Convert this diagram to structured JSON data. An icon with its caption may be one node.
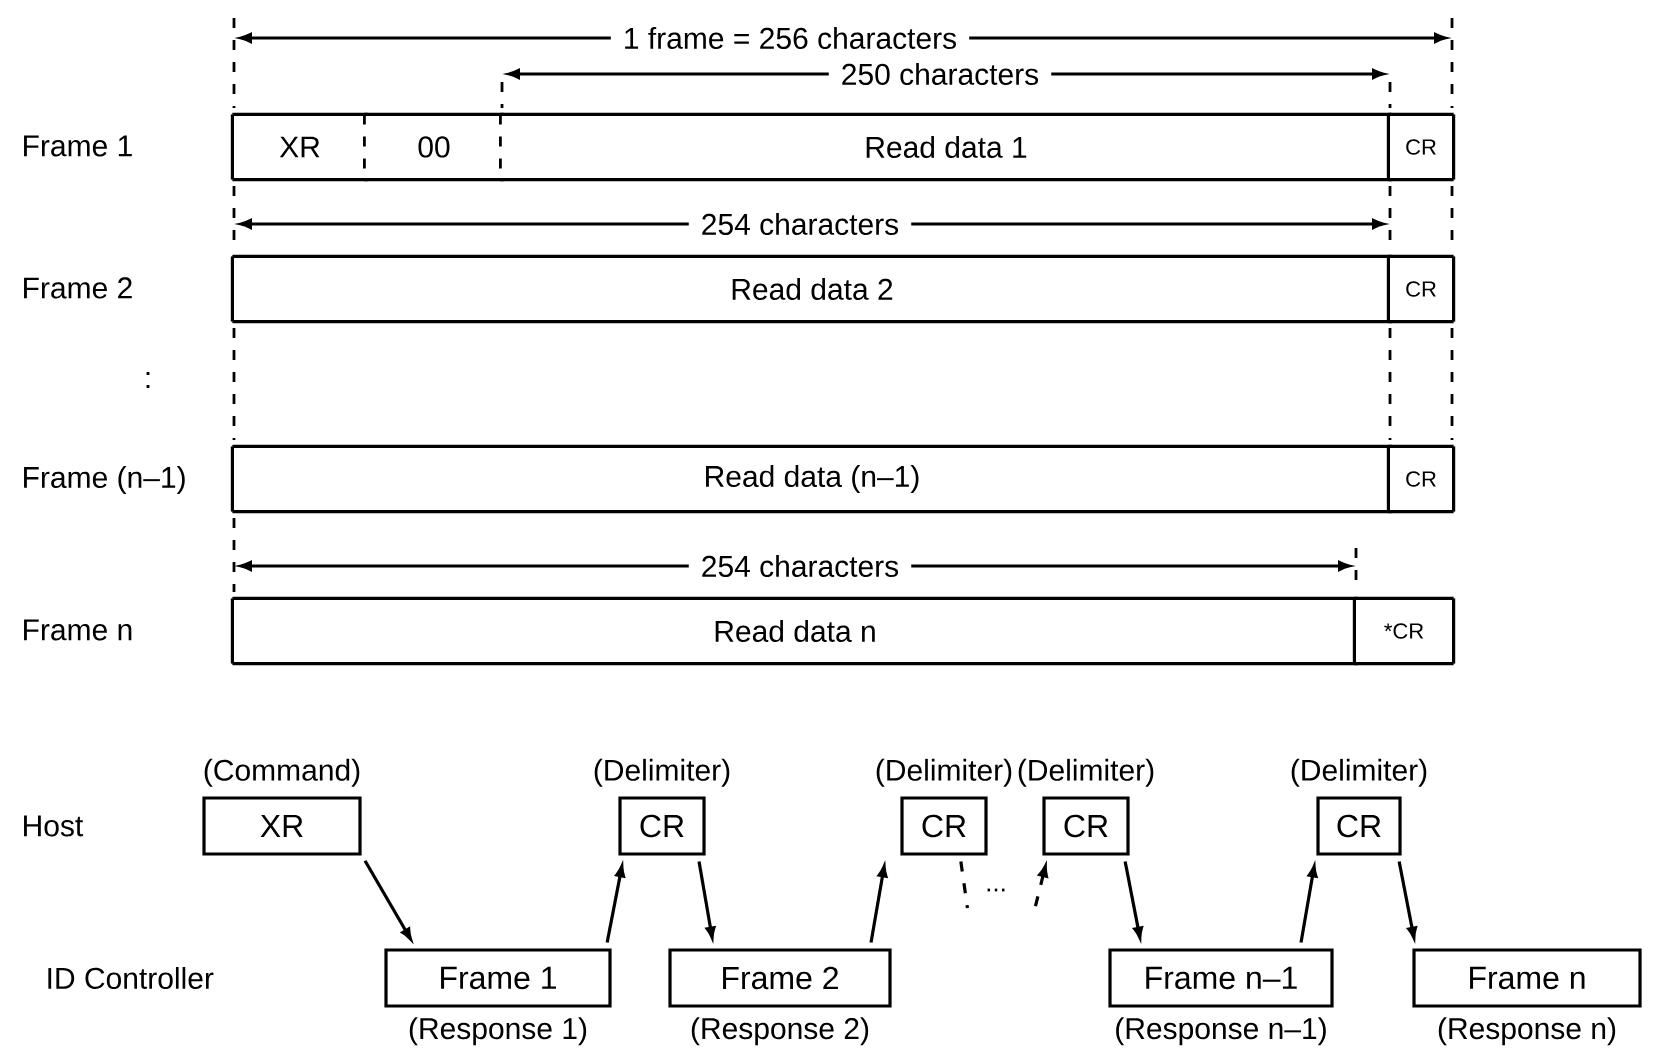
{
  "diagram": {
    "nodes": [
      {
        "text": [
          "XR"
        ]
      },
      {
        "text": [
          "00"
        ]
      },
      {
        "text": [
          "Read data 1"
        ]
      },
      {
        "text": [
          "CR"
        ]
      },
      {
        "text": [
          "Read data 2"
        ]
      },
      {
        "text": [
          "CR"
        ]
      },
      {
        "text": [
          "Read data (n–1)"
        ]
      },
      {
        "text": [
          "CR"
        ]
      },
      {
        "text": [
          "Read data n"
        ]
      },
      {
        "text": [
          "*CR"
        ]
      },
      {
        "text": [
          "XR"
        ],
        "beside": [
          "(Command)"
        ]
      },
      {
        "text": [
          "CR"
        ],
        "beside": [
          "(Delimiter)"
        ]
      },
      {
        "text": [
          "CR"
        ],
        "beside": [
          "(Delimiter)"
        ]
      },
      {
        "text": [
          "CR"
        ],
        "beside": [
          "(Delimiter)"
        ]
      },
      {
        "text": [
          "CR"
        ],
        "beside": [
          "(Delimiter)"
        ]
      },
      {
        "text": [
          "Frame 1"
        ],
        "beside": [
          "(Response 1)"
        ]
      },
      {
        "text": [
          "Frame 2"
        ],
        "beside": [
          "(Response 2)"
        ]
      },
      {
        "text": [
          "Frame n–1"
        ],
        "beside": [
          "(Response n–1)"
        ]
      },
      {
        "text": [
          "Frame n"
        ],
        "beside": [
          "(Response n)"
        ]
      }
    ],
    "edges": [
      {
        "from": 10,
        "to": 15,
        "arrow": "to"
      },
      {
        "from": 15,
        "to": 11,
        "arrow": "to"
      },
      {
        "from": 11,
        "to": 16,
        "arrow": "to"
      },
      {
        "from": 16,
        "to": 12,
        "arrow": "to"
      },
      {
        "from": 12,
        "to": null,
        "arrow": "none",
        "style": "dashed"
      },
      {
        "from": null,
        "to": 13,
        "arrow": "to",
        "style": "dashed"
      },
      {
        "from": 13,
        "to": 17,
        "arrow": "to"
      },
      {
        "from": 17,
        "to": 14,
        "arrow": "to"
      },
      {
        "from": 14,
        "to": 18,
        "arrow": "to"
      }
    ],
    "labels": [
      "1 frame = 256 characters",
      "250 characters",
      "Frame 1",
      "254 characters",
      "Frame 2",
      ":",
      "Frame (n–1)",
      "254 characters",
      "Frame n",
      "Host",
      "...",
      "ID Controller"
    ]
  }
}
